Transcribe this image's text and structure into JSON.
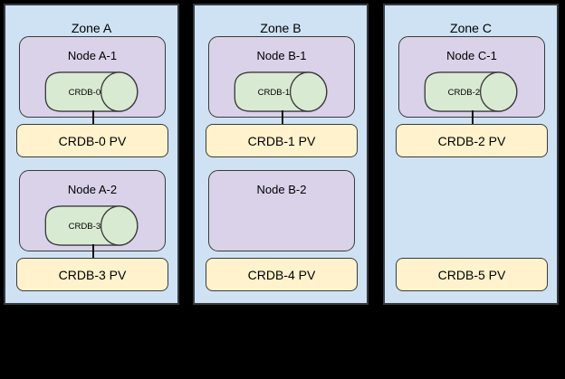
{
  "colors": {
    "canvas-bg": "#000000",
    "zone-fill": "#cfe2f3",
    "zone-border": "#343a40",
    "node-fill": "#d9d2e9",
    "cylinder-fill": "#d9ead3",
    "pv-fill": "#fff2cc",
    "shape-border": "#3b3b3b",
    "connector": "#111111",
    "text": "#000000"
  },
  "diagram": {
    "description": "Three availability zones with Kubernetes nodes hosting CRDB disks and persistent volumes",
    "zones": [
      {
        "title": "Zone A",
        "nodes": [
          {
            "label": "Node A-1",
            "disk": "CRDB-0",
            "connected_to_pv": true
          },
          {
            "label": "Node A-2",
            "disk": "CRDB-3",
            "connected_to_pv": true
          }
        ],
        "pvs": [
          "CRDB-0 PV",
          "CRDB-3 PV"
        ]
      },
      {
        "title": "Zone B",
        "nodes": [
          {
            "label": "Node B-1",
            "disk": "CRDB-1",
            "connected_to_pv": true
          },
          {
            "label": "Node B-2",
            "disk": null,
            "connected_to_pv": false
          }
        ],
        "pvs": [
          "CRDB-1 PV",
          "CRDB-4 PV"
        ]
      },
      {
        "title": "Zone C",
        "nodes": [
          {
            "label": "Node C-1",
            "disk": "CRDB-2",
            "connected_to_pv": true
          }
        ],
        "pvs": [
          "CRDB-2 PV",
          "CRDB-5 PV"
        ]
      }
    ]
  }
}
